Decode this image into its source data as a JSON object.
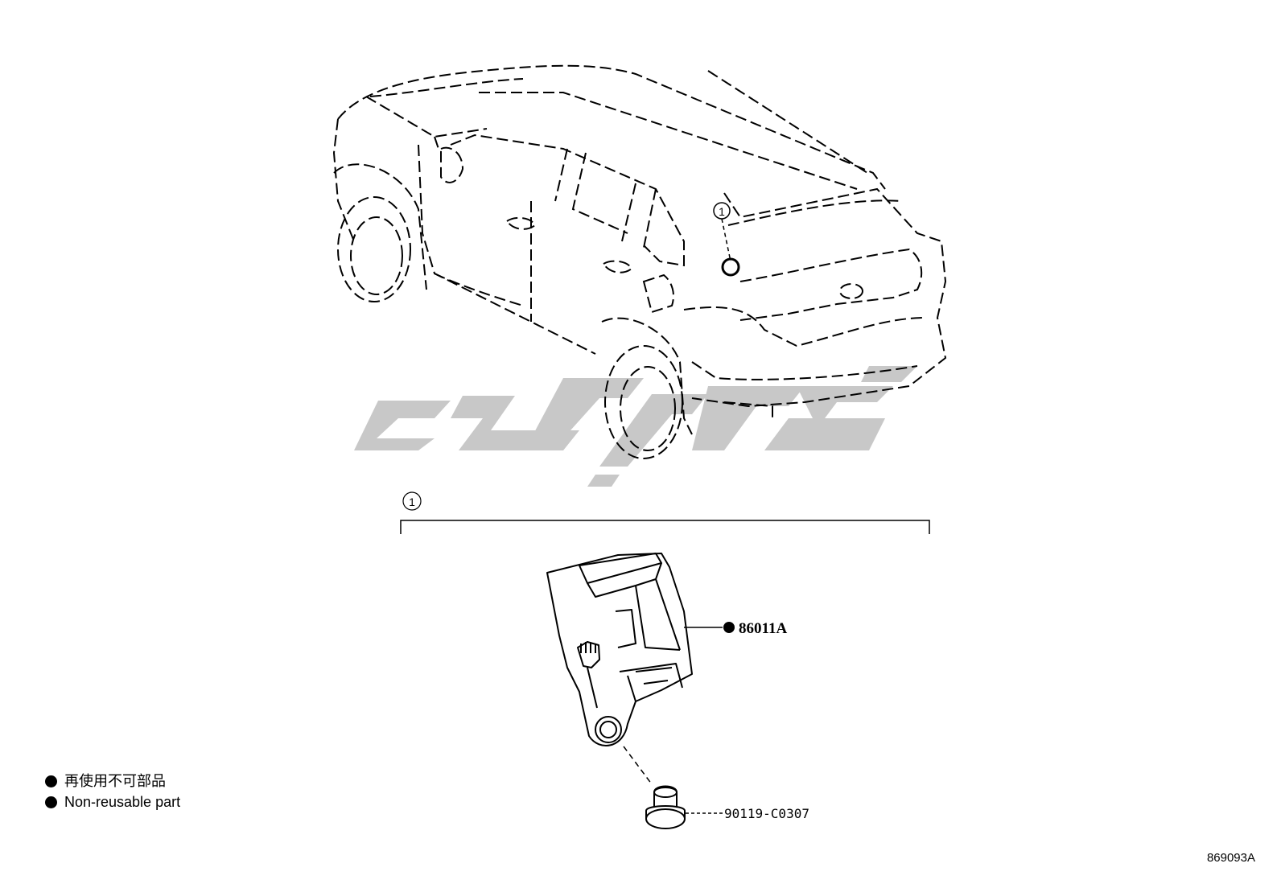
{
  "callout": {
    "index_mark": "1",
    "group_mark": "1"
  },
  "parts": {
    "sensor": {
      "part_number": "86011A",
      "non_reusable": true
    },
    "bolt": {
      "part_number": "90119-C0307"
    }
  },
  "legend": {
    "items": [
      {
        "text": "再使用不可部品"
      },
      {
        "text": "Non-reusable part"
      }
    ]
  },
  "drawing_id": "869093A",
  "watermark": {
    "color": "#c8c8c8"
  },
  "line_color": "#000000"
}
